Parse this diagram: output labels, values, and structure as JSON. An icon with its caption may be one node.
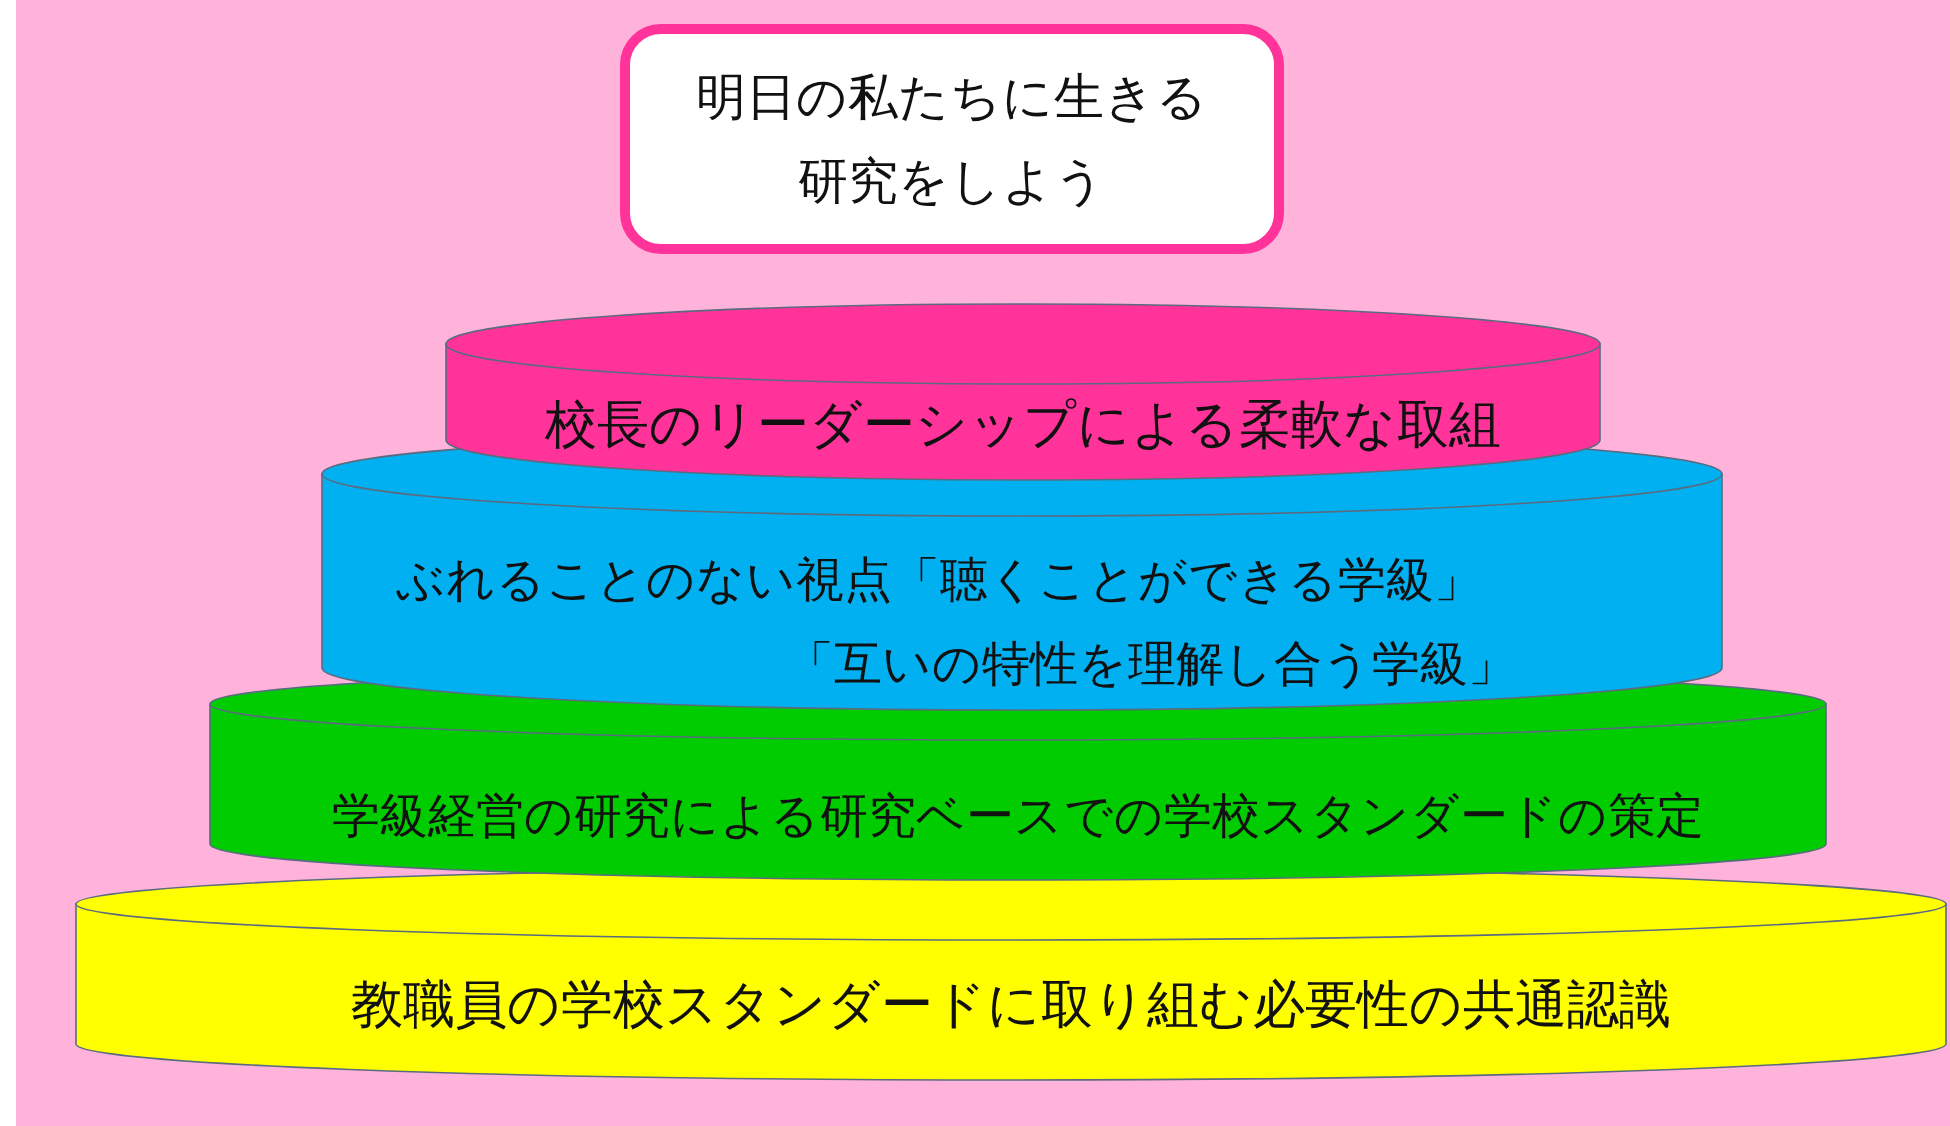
{
  "diagram": {
    "nodes": [
      {
        "text": [
          "明日の私たちに生きる研究をしよう"
        ]
      },
      {
        "text": [
          "校長のリーダーシップによる柔軟な取組"
        ]
      },
      {
        "text": [
          "ぶれることのない視点「聴くことができる学級」「互いの特性を理解し合う学級」"
        ]
      },
      {
        "text": [
          "学級経営の研究による研究ベースでの学校スタンダードの策定"
        ]
      },
      {
        "text": [
          "教職員の学校スタンダードに取り組む必要性の共通認識"
        ]
      }
    ]
  }
}
